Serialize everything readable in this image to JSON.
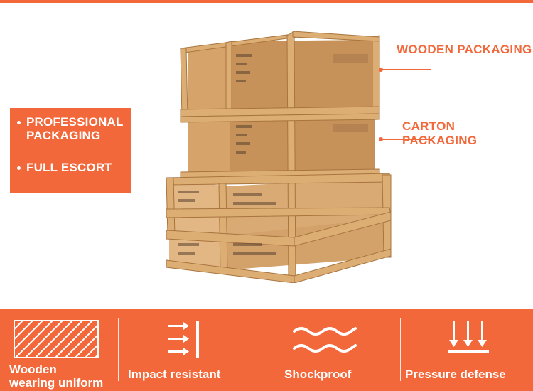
{
  "tag": {
    "items": [
      {
        "label": "PROFESSIONAL\nPACKAGING"
      },
      {
        "label": "FULL ESCORT"
      }
    ]
  },
  "callouts": {
    "wooden": "WOODEN PACKAGING",
    "carton": "CARTON PACKAGING"
  },
  "features": [
    {
      "label": "Wooden\nwearing uniform",
      "icon": "diagonal-lines-icon"
    },
    {
      "label": "Impact resistant",
      "icon": "impact-arrows-icon"
    },
    {
      "label": "Shockproof",
      "icon": "wave-icon"
    },
    {
      "label": "Pressure defense",
      "icon": "down-arrows-icon"
    }
  ],
  "colors": {
    "accent": "#f2683a",
    "wood": "#d9a66c",
    "carton": "#c9955e"
  }
}
